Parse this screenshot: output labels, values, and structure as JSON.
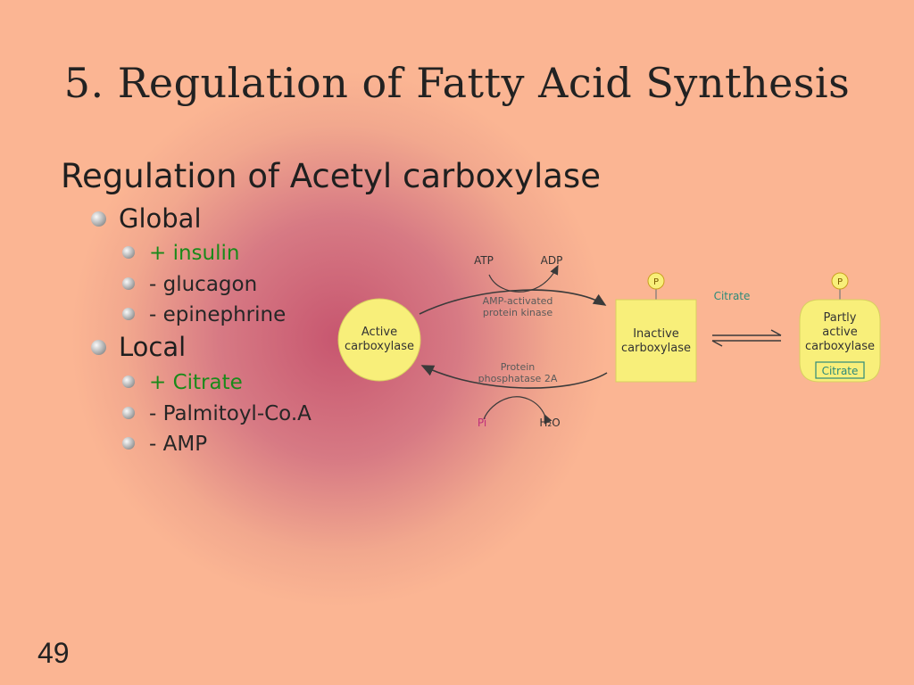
{
  "slide": {
    "title": "5. Regulation of Fatty Acid Synthesis",
    "heading": "Regulation of Acetyl carboxylase",
    "global": {
      "label": "Global",
      "items": [
        "+ insulin",
        "- glucagon",
        "- epinephrine"
      ]
    },
    "local": {
      "label": "Local",
      "items": [
        "+ Citrate",
        "- Palmitoyl-Co.A",
        "- AMP"
      ]
    },
    "page_number": "49"
  },
  "diagram": {
    "active": [
      "Active",
      "carboxylase"
    ],
    "inactive": [
      "Inactive",
      "carboxylase"
    ],
    "partly": [
      "Partly",
      "active",
      "carboxylase"
    ],
    "atp": "ATP",
    "adp": "ADP",
    "kinase": [
      "AMP-activated",
      "protein kinase"
    ],
    "phosphatase": [
      "Protein",
      "phosphatase 2A"
    ],
    "pi": "Pi",
    "h2o": "H₂O",
    "citrate_top": "Citrate",
    "citrate_box": "Citrate",
    "phosphate_p": "P",
    "colors": {
      "enzyme_fill": "#f8ef7a",
      "arrow": "#3a3a3a",
      "label_gray": "#5a5a5a",
      "pi_color": "#c0307a",
      "citrate_green": "#2d8a7a"
    }
  }
}
